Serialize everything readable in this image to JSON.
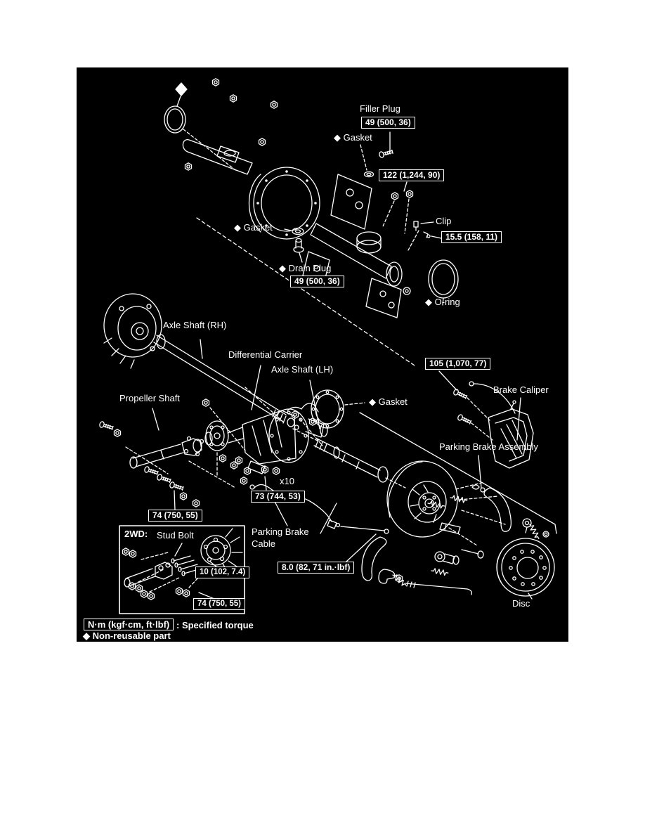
{
  "colors": {
    "page_background": "#ffffff",
    "diagram_background": "#000000",
    "ink": "#ffffff"
  },
  "diagram": {
    "labels": {
      "filler_plug": "Filler Plug",
      "gasket_top": "◆ Gasket",
      "clip": "Clip",
      "o_ring": "◆ O-ring",
      "gasket_left": "◆ Gasket",
      "drain_plug": "◆ Drain Plug",
      "axle_shaft_rh": "Axle Shaft (RH)",
      "differential_carrier": "Differential Carrier",
      "axle_shaft_lh": "Axle Shaft (LH)",
      "brake_caliper": "Brake Caliper",
      "gasket_mid": "◆ Gasket",
      "parking_brake_assembly": "Parking Brake Assembly",
      "propeller_shaft": "Propeller Shaft",
      "x10": "x10",
      "parking_brake_cable_line1": "Parking Brake",
      "parking_brake_cable_line2": "Cable",
      "disc": "Disc",
      "inset_title": "2WD:",
      "stud_bolt": "Stud Bolt"
    },
    "torques": {
      "filler_plug": "49 (500, 36)",
      "bearing_bracket": "122 (1,244, 90)",
      "clip_fitting": "15.5 (158, 11)",
      "drain_plug": "49 (500, 36)",
      "caliper_bolt": "105 (1,070, 77)",
      "carrier_nut": "73 (744, 53)",
      "cable_clamp": "8.0 (82, 71 in.·lbf)",
      "propeller_bolt": "74 (750, 55)",
      "inset_stud_bolt": "10 (102, 7.4)",
      "inset_flange_nut": "74 (750, 55)"
    },
    "legend": {
      "unit_box": "N·m (kgf·cm, ft·lbf)",
      "unit_desc": ": Specified torque",
      "non_reusable": "◆ Non-reusable part"
    }
  }
}
